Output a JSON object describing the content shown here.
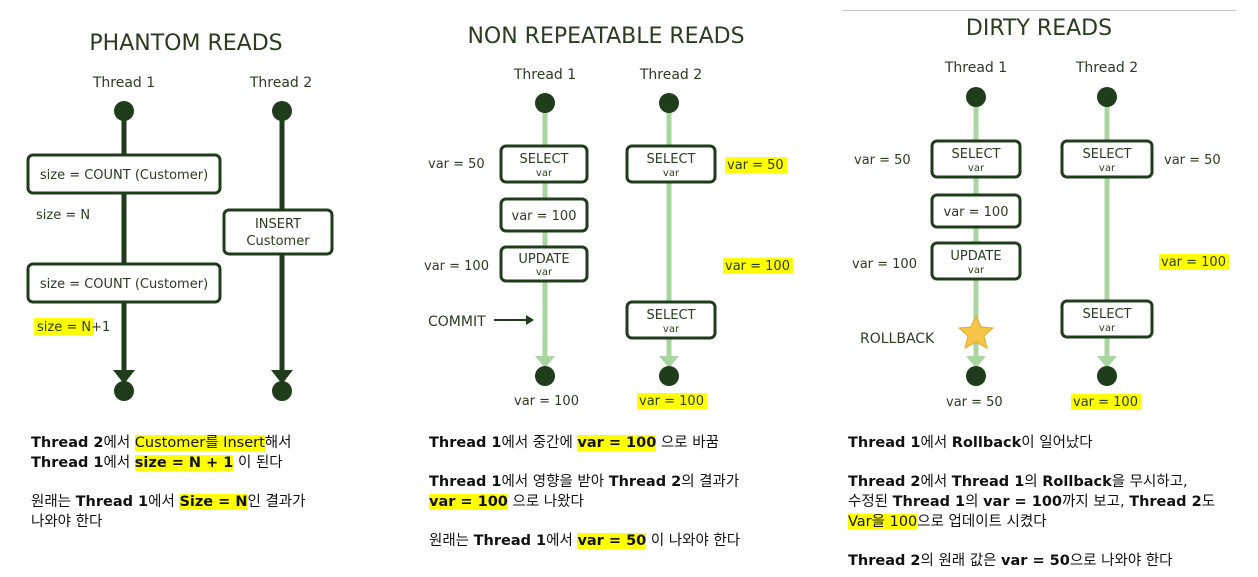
{
  "phantom": {
    "title": "PHANTOM READS",
    "thread1": "Thread 1",
    "thread2": "Thread 2",
    "count1": "size = COUNT (Customer)",
    "size_n": "size = N",
    "insert_line1": "INSERT",
    "insert_line2": "Customer",
    "count2": "size = COUNT (Customer)",
    "size_n1": "size = N+1",
    "notes": {
      "l1_a": "Thread 2",
      "l1_b": "에서 ",
      "l1_c": "Customer를 Insert",
      "l1_d": "해서",
      "l2_a": "Thread 1",
      "l2_b": "에서 ",
      "l2_c": "size = N + 1",
      "l2_d": " 이 된다",
      "l3_a": "원래는 ",
      "l3_b": "Thread 1",
      "l3_c": "에서 ",
      "l3_d": "Size = N",
      "l3_e": "인 결과가",
      "l4": "나와야 한다"
    }
  },
  "nonrepeat": {
    "title": "NON REPEATABLE READS",
    "thread1": "Thread 1",
    "thread2": "Thread 2",
    "select": "SELECT",
    "var": "var",
    "update": "UPDATE",
    "var50": "var = 50",
    "var100": "var = 100",
    "commit": "COMMIT",
    "notes": {
      "l1_a": "Thread 1",
      "l1_b": "에서 중간에 ",
      "l1_c": "var = 100",
      "l1_d": " 으로 바꿈",
      "l2_a": "Thread 1",
      "l2_b": "에서 영향을 받아 ",
      "l2_c": "Thread 2",
      "l2_d": "의 결과가",
      "l3_a": "var = 100",
      "l3_b": " 으로 나왔다",
      "l4_a": "원래는 ",
      "l4_b": "Thread 1",
      "l4_c": "에서 ",
      "l4_d": "var = 50",
      "l4_e": " 이 나와야 한다"
    }
  },
  "dirty": {
    "title": "DIRTY READS",
    "thread1": "Thread 1",
    "thread2": "Thread 2",
    "select": "SELECT",
    "var": "var",
    "update": "UPDATE",
    "var50": "var = 50",
    "var100": "var = 100",
    "rollback": "ROLLBACK",
    "notes": {
      "l1_a": "Thread 1",
      "l1_b": "에서 ",
      "l1_c": "Rollback",
      "l1_d": "이 일어났다",
      "l2_a": "Thread 2",
      "l2_b": "에서 ",
      "l2_c": "Thread 1",
      "l2_d": "의 ",
      "l2_e": "Rollback",
      "l2_f": "을 무시하고,",
      "l3_a": "수정된 ",
      "l3_b": "Thread 1",
      "l3_c": "의 ",
      "l3_d": "var = 100",
      "l3_e": "까지 보고, ",
      "l3_f": "Thread 2",
      "l3_g": "도",
      "l4_a": "Var을 100",
      "l4_b": "으로 업데이트 시켰다",
      "l5_a": "Thread 2",
      "l5_b": "의 원래 값은 ",
      "l5_c": "var = 50",
      "l5_d": "으로 나와야 한다"
    }
  },
  "colors": {
    "dark_green": "#1f3d1a",
    "light_green": "#a8d5a0",
    "highlight": "#ffff00",
    "star": "#f7c548"
  }
}
